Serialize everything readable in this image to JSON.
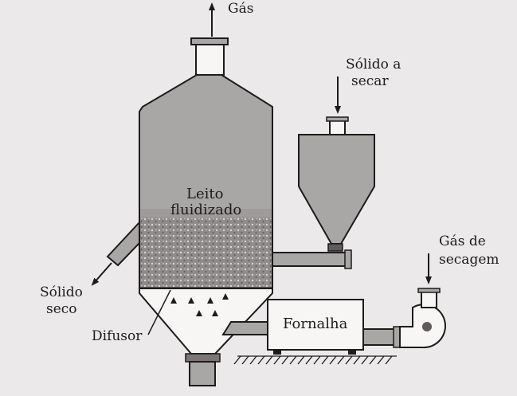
{
  "labels": {
    "gas_out": "Gás",
    "solid_in_line1": "Sólido a",
    "solid_in_line2": "secar",
    "bed_line1": "Leito",
    "bed_line2": "fluidizado",
    "drying_gas_line1": "Gás de",
    "drying_gas_line2": "secagem",
    "dry_solid_line1": "Sólido",
    "dry_solid_line2": "seco",
    "diffuser": "Difusor",
    "furnace": "Fornalha"
  },
  "colors": {
    "background": "#ebe9ea",
    "vessel_fill": "#a9a6a6",
    "bed_fill": "#8e8b8a",
    "stroke": "#1d1b1c",
    "white_part": "#f7f6f5"
  }
}
